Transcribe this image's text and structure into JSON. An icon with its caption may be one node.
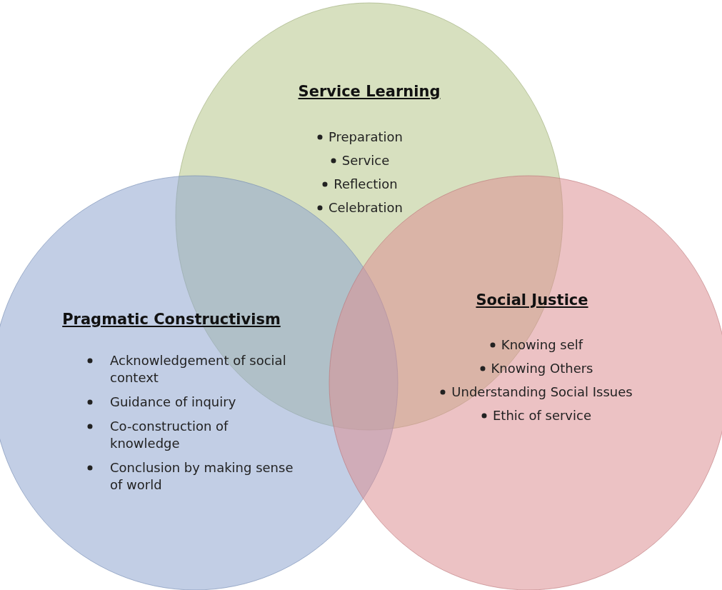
{
  "diagram": {
    "nodes": [
      {
        "text": [
          "Service Learning",
          "Preparation",
          "Service",
          "Reflection",
          "Celebration"
        ]
      },
      {
        "text": [
          "Pragmatic Constructivism",
          "Acknowledgement of social context",
          "Guidance of inquiry",
          "Co-construction of knowledge",
          "Conclusion by making sense of world"
        ]
      },
      {
        "text": [
          "Social Justice",
          "Knowing self",
          "Knowing Others",
          "Understanding Social Issues",
          "Ethic of service"
        ]
      }
    ]
  }
}
